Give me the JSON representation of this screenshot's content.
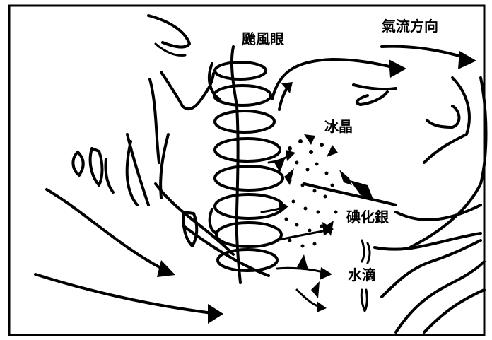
{
  "labels": {
    "eye": "颱風眼",
    "airflow": "氣流方向",
    "ice": "冰晶",
    "silver_iodide": "碘化銀",
    "water": "水滴"
  },
  "colors": {
    "ink": "#000000",
    "background": "#ffffff"
  }
}
